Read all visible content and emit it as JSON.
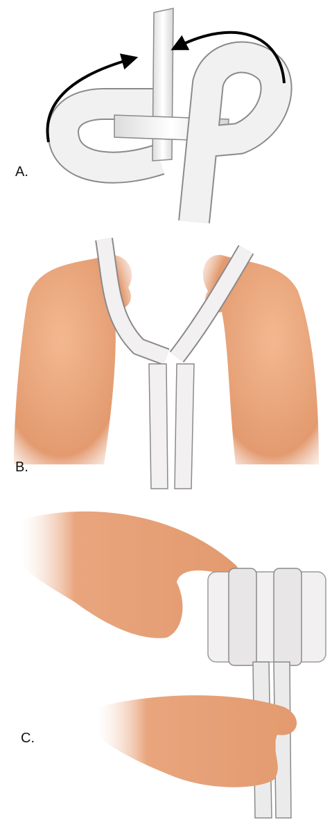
{
  "steps": [
    {
      "label": "A."
    },
    {
      "label": "B."
    },
    {
      "label": "C."
    }
  ],
  "colors": {
    "background": "#ffffff",
    "bandage": "#f1f0f0",
    "bandage_outline": "#8a8a8a",
    "skin": "#e7a57e",
    "skin_shadow": "#c97c57",
    "arrow": "#000000"
  },
  "icons": {
    "arrow": "curved-arrow-icon"
  }
}
